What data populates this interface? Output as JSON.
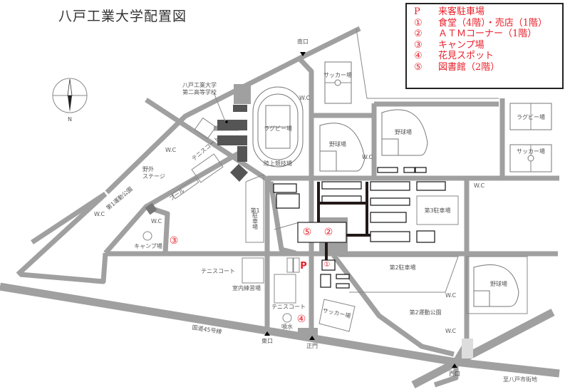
{
  "title": "八戸工業大学配置図",
  "legend": [
    {
      "mark": "P",
      "label": "来客駐車場"
    },
    {
      "mark": "①",
      "label": "食堂（4階）・売店（1階）"
    },
    {
      "mark": "②",
      "label": "ＡＴＭコーナー（1階）"
    },
    {
      "mark": "③",
      "label": "キャンプ場"
    },
    {
      "mark": "④",
      "label": "花見スポット"
    },
    {
      "mark": "⑤",
      "label": "図書館（2階）"
    }
  ],
  "compass": {
    "north": "N"
  },
  "labels": {
    "school1": "八戸工業大学",
    "school2": "第二高等学校",
    "rugby_main": "ラグビー場",
    "track": "陸上競技場",
    "soccer_top": "サッカー場",
    "baseball_1": "野球場",
    "baseball_2": "野球場",
    "baseball_3": "野球場",
    "rugby_right": "ラグビー場",
    "soccer_right": "サッカー場",
    "wc": "W.C",
    "outdoor_stage_1": "野外",
    "outdoor_stage_2": "ステージ",
    "park1": "第1運動公園",
    "tennis_diag": "テニスコート",
    "pool": "プール",
    "camp": "キャンプ場",
    "parking1_a": "第1",
    "parking1_b": "駐車場",
    "parking3": "第3駐車場",
    "parking2": "第2駐車場",
    "park2": "第2運動公園",
    "tennis_1": "テニスコート",
    "indoor": "室内練習場",
    "tennis_2": "テニスコート",
    "fountain": "噴水",
    "soccer_bottom": "サッカー場",
    "route45": "国道45号線",
    "to_city": "至八戸市街地"
  },
  "gates": {
    "south": "南口",
    "east": "東口",
    "main": "正門",
    "west": "西口"
  },
  "markers": {
    "p": "P",
    "m1": "①",
    "m2": "②",
    "m3": "③",
    "m4": "④",
    "m5": "⑤"
  },
  "colors": {
    "road": "#a0a0a0",
    "marker": "#e8202a",
    "building_dark": "#555555"
  }
}
